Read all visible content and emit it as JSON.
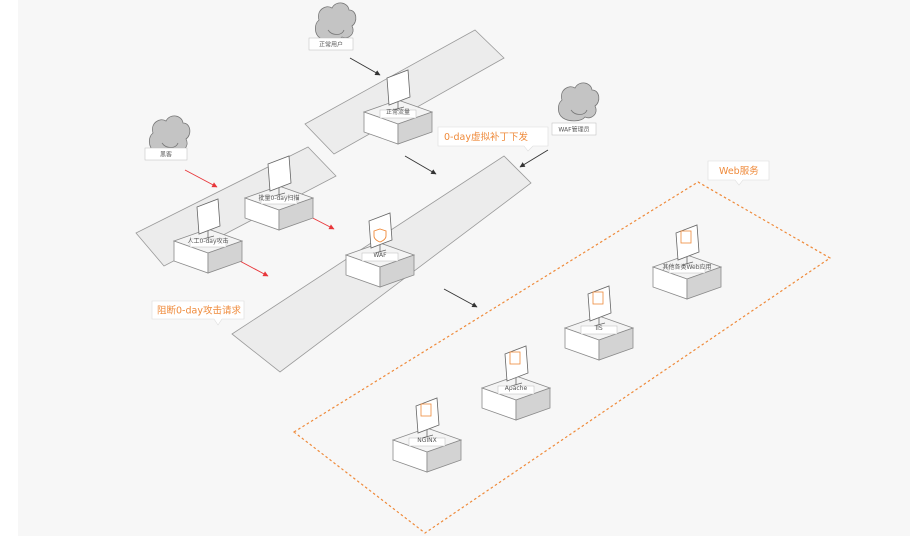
{
  "actors": {
    "normal_user": "正常用户",
    "hacker": "黑客",
    "waf_admin": "WAF管理员"
  },
  "traffic": {
    "normal": "正常流量",
    "batch_scan": "批量0-day扫描",
    "manual_attack": "人工0-day攻击"
  },
  "waf": {
    "label": "WAF"
  },
  "callouts": {
    "virtual_patch": "0-day虚拟补丁下发",
    "block": "阻断0-day攻击请求",
    "web_services": "Web服务"
  },
  "servers": {
    "nginx": "NGINX",
    "apache": "Apache",
    "iis": "IIS",
    "other": "其他各类Web应用"
  },
  "colors": {
    "accent": "#ef8a3a",
    "attack_arrow": "#e8363a",
    "normal_arrow": "#333333",
    "panel_fill": "#ececec",
    "panel_stroke": "#9a9a9a"
  }
}
